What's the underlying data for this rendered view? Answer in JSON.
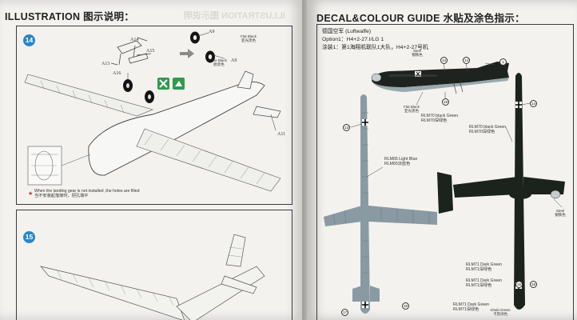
{
  "left_page": {
    "heading": "ILLUSTRATION 图示说明：",
    "ghost_heading": "ILLUSTRATION 图示说明",
    "step14": {
      "number": "14",
      "parts": [
        "A14",
        "A15",
        "A13",
        "A16",
        "A9",
        "A9",
        "A11"
      ],
      "flat_black_en": "Flat Black",
      "flat_black_cn": "亚光黑色",
      "tire_black_en": "Tire Black",
      "tire_black_cn": "胎黑色",
      "note_en": "When the landing gear is not installed ,the holes are filled",
      "note_cn": "当不安装起落架时，把孔填平"
    },
    "step15": {
      "number": "15"
    }
  },
  "right_page": {
    "heading": "DECAL&COLOUR GUIDE 水贴及涂色指示：",
    "air_force": "德国空军 (Luftwaffe)",
    "option_en": "Option1：H4+2-27.I/LG 1",
    "option_cn": "涂装1：第1海翔机联队1大队，H4+2-27号机",
    "colors": {
      "steel_en": "Steel",
      "steel_cn": "钢铁色",
      "flat_black_en": "Flat Black",
      "flat_black_cn": "亚光黑色",
      "rlm70_en": "RLM70 black Green",
      "rlm70_cn": "RLM70深绿色",
      "rlm65_en": "RLM65 Light Blue",
      "rlm65_cn": "RLM65淡蓝色",
      "rlm71_en": "RLM71 Dark Green",
      "rlm71_cn": "RLM71深绿色",
      "khaki_en": "Khaki Green",
      "khaki_cn": "卡其绿色"
    },
    "decal_numbers": [
      "13",
      "14",
      "1",
      "19",
      "13",
      "14",
      "15",
      "16",
      "18",
      "17",
      "1",
      "13",
      "21"
    ],
    "accent_blue": "#2a86c8",
    "upper_side_color": "#1c221c",
    "lower_side_color": "#8a9aa2"
  }
}
